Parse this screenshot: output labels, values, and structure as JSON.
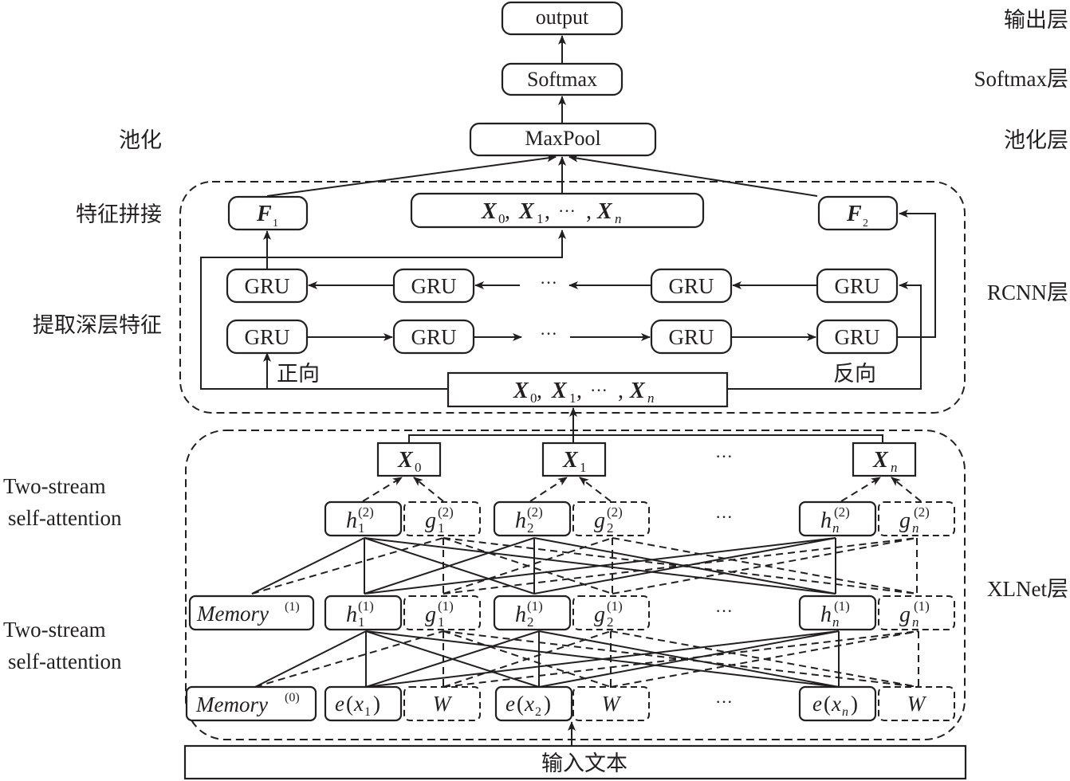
{
  "right_labels": {
    "output_layer": "输出层",
    "softmax_layer": "Softmax层",
    "pooling_layer": "池化层",
    "rcnn_layer": "RCNN层",
    "xlnet_layer": "XLNet层"
  },
  "left_labels": {
    "pooling": "池化",
    "feature_concat": "特征拼接",
    "deep_features": "提取深层特征",
    "two_stream_1_line1": "Two-stream",
    "two_stream_1_line2": "self-attention",
    "two_stream_2_line1": "Two-stream",
    "two_stream_2_line2": "self-attention"
  },
  "top_nodes": {
    "output": "output",
    "softmax": "Softmax",
    "maxpool": "MaxPool"
  },
  "rcnn": {
    "f1": {
      "main": "F",
      "sub": "1"
    },
    "f2": {
      "main": "F",
      "sub": "2"
    },
    "concat": {
      "x0": "X",
      "s0": "0",
      "x1": "X",
      "s1": "1",
      "dots": "···",
      "xn": "X",
      "sn": "n"
    },
    "gru_label": "GRU",
    "ellipsis": "···",
    "forward": "正向",
    "backward": "反向",
    "input": {
      "x0": "X",
      "s0": "0",
      "x1": "X",
      "s1": "1",
      "dots": "···",
      "xn": "X",
      "sn": "n"
    }
  },
  "xlnet": {
    "outputs": [
      {
        "main": "X",
        "sub": "0"
      },
      {
        "main": "X",
        "sub": "1"
      },
      {
        "main": "X",
        "sub": "n"
      }
    ],
    "layer2": {
      "h": [
        {
          "sub": "1"
        },
        {
          "sub": "2"
        },
        {
          "sub": "n"
        }
      ],
      "g": [
        {
          "sub": "1"
        },
        {
          "sub": "2"
        },
        {
          "sub": "n"
        }
      ],
      "sup": "(2)"
    },
    "layer1": {
      "memory": "Memory",
      "memory_sup": "(1)",
      "h": [
        {
          "sub": "1"
        },
        {
          "sub": "2"
        },
        {
          "sub": "n"
        }
      ],
      "g": [
        {
          "sub": "1"
        },
        {
          "sub": "2"
        },
        {
          "sub": "n"
        }
      ],
      "sup": "(1)"
    },
    "layer0": {
      "memory": "Memory",
      "memory_sup": "(0)",
      "e": [
        {
          "sub": "1"
        },
        {
          "sub": "2"
        },
        {
          "sub": "n"
        }
      ],
      "w": "W"
    },
    "h_letter": "h",
    "g_letter": "g",
    "e_letter": "e",
    "x_letter": "x",
    "ellipsis": "···"
  },
  "input_text": "输入文本"
}
